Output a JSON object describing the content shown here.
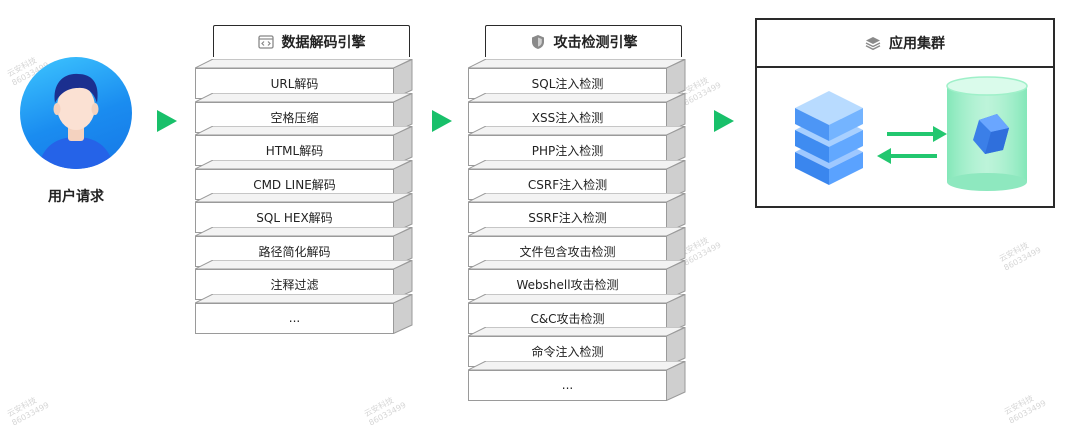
{
  "user": {
    "label": "用户请求",
    "icon": "user-avatar-icon"
  },
  "decode_engine": {
    "title": "数据解码引擎",
    "icon": "code-icon",
    "items": [
      "URL解码",
      "空格压缩",
      "HTML解码",
      "CMD LINE解码",
      "SQL HEX解码",
      "路径简化解码",
      "注释过滤",
      "..."
    ]
  },
  "attack_engine": {
    "title": "攻击检测引擎",
    "icon": "shield-icon",
    "items": [
      "SQL注入检测",
      "XSS注入检测",
      "PHP注入检测",
      "CSRF注入检测",
      "SSRF注入检测",
      "文件包含攻击检测",
      "Webshell攻击检测",
      "C&C攻击检测",
      "命令注入检测",
      "..."
    ]
  },
  "cluster": {
    "title": "应用集群",
    "icon": "layers-icon"
  },
  "colors": {
    "arrow": "#18c06a",
    "avatar_bg": "#1a8cf0",
    "server_blue": "#3a8ef0",
    "db_green": "#4fe0a2"
  }
}
